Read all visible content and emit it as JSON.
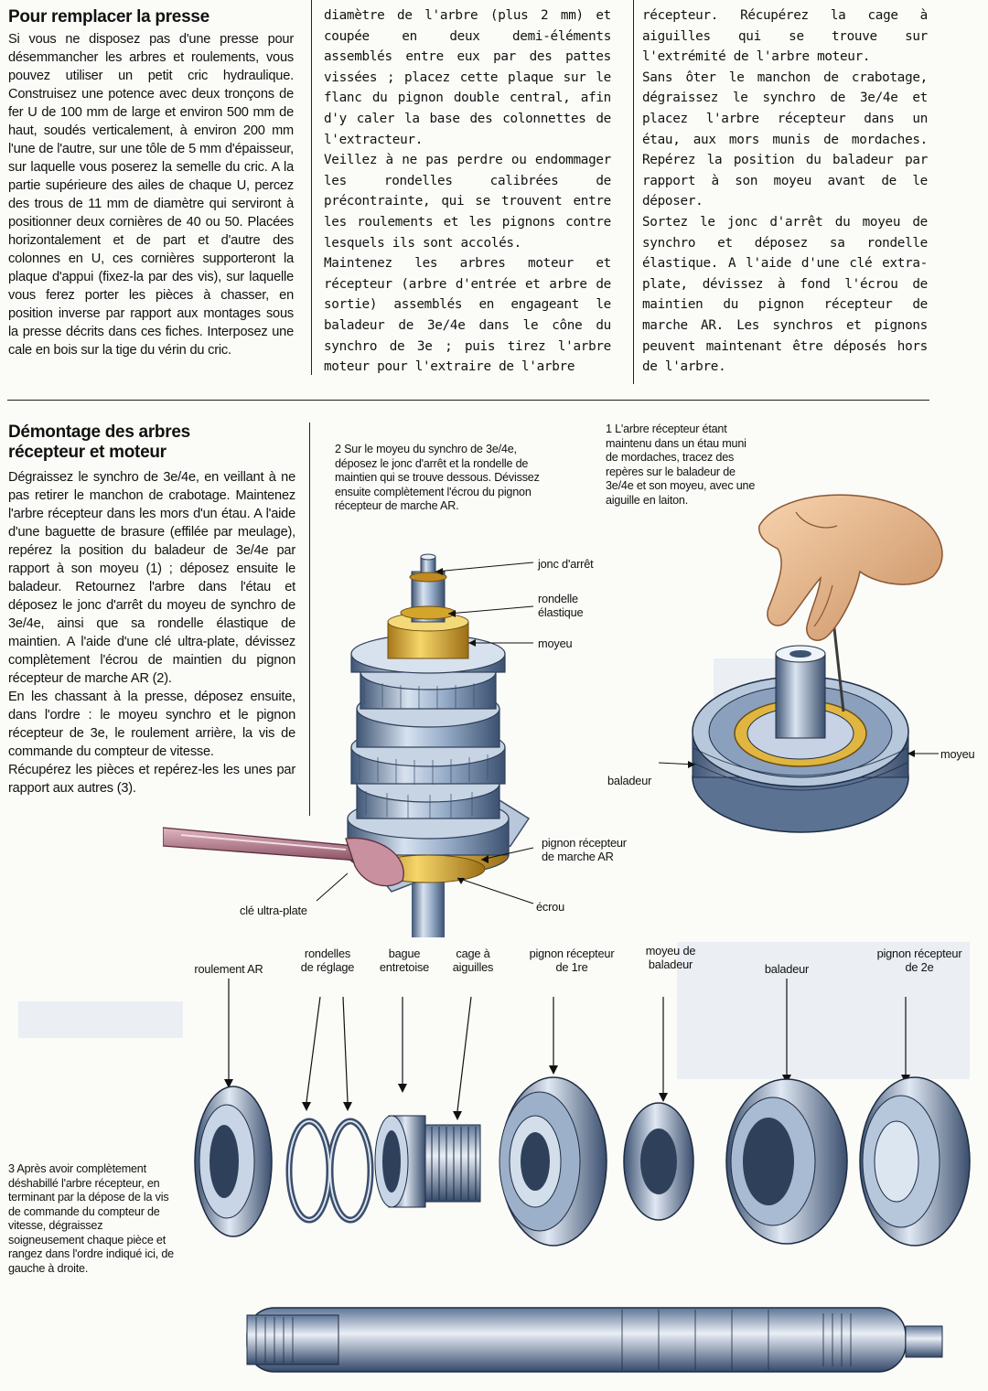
{
  "col1": {
    "title": "Pour remplacer la presse",
    "text": "Si vous ne disposez pas d'une presse pour désemmancher les arbres et roulements, vous pouvez utiliser un petit cric hydraulique. Construisez une potence avec deux tronçons de fer U de 100 mm de large et environ 500 mm de haut, soudés verticalement, à environ 200 mm l'une de l'autre, sur une tôle de 5 mm d'épaisseur, sur laquelle vous poserez la semelle du cric. A la partie supérieure des ailes de chaque U, percez des trous de 11 mm de diamètre qui serviront à positionner deux cornières de 40 ou 50. Placées horizontalement et de part et d'autre des colonnes en U, ces cornières supporteront la plaque d'appui (fixez-la par des vis), sur laquelle vous ferez porter les pièces à chasser, en position inverse par rapport aux montages sous la presse décrits dans ces fiches. Interposez une cale en bois sur la tige du vérin du cric."
  },
  "col2": {
    "p1": "diamètre de l'arbre (plus 2 mm) et coupée en deux demi-éléments assemblés entre eux par des pattes vissées ; placez cette plaque sur le flanc du pignon double central, afin d'y caler la base des colonnettes de l'extracteur.",
    "p2": "Veillez à ne pas perdre ou endommager les rondelles calibrées de précontrainte, qui se trouvent entre les roulements et les pignons contre lesquels ils sont accolés.",
    "p3": "Maintenez les arbres moteur et récepteur (arbre d'entrée et arbre de sortie) assemblés en engageant le baladeur de 3e/4e dans le cône du synchro de 3e ; puis tirez l'arbre moteur pour l'extraire de l'arbre"
  },
  "col3": {
    "p1": "récepteur. Récupérez la cage à aiguilles qui se trouve sur l'extrémité de l'arbre moteur.",
    "p2": "Sans ôter le manchon de crabotage, dégraissez le synchro de 3e/4e et placez l'arbre récepteur dans un étau, aux mors munis de mordaches. Repérez la position du baladeur par rapport à son moyeu avant de le déposer.",
    "p3": "Sortez le jonc d'arrêt du moyeu de synchro et déposez sa rondelle élastique. A l'aide d'une clé extra-plate, dévissez à fond l'écrou de maintien du pignon récepteur de marche AR. Les synchros et pignons peuvent maintenant être déposés hors de l'arbre."
  },
  "section2": {
    "title_line1": "Démontage des arbres",
    "title_line2": "récepteur et moteur",
    "p1": "Dégraissez le synchro de 3e/4e, en veillant à ne pas retirer le manchon de crabotage. Maintenez l'arbre récepteur dans les mors d'un étau. A l'aide d'une baguette de brasure (effilée par meulage), repérez la position du baladeur de 3e/4e par rapport à son moyeu (1) ; déposez ensuite le baladeur. Retournez l'arbre dans l'étau et déposez le jonc d'arrêt du moyeu de synchro de 3e/4e, ainsi que sa rondelle élastique de maintien. A l'aide d'une clé ultra-plate, dévissez complètement l'écrou de maintien du pignon récepteur de marche AR (2).",
    "p2": "En les chassant à la presse, déposez ensuite, dans l'ordre : le moyeu synchro et le pignon récepteur de 3e, le roulement arrière, la vis de commande du compteur de vitesse.",
    "p3": "Récupérez les pièces et repérez-les les unes par rapport aux autres (3)."
  },
  "fig2": {
    "caption": "2 Sur le moyeu du synchro de 3e/4e, déposez le jonc d'arrêt et la rondelle de maintien qui se trouve dessous. Dévissez ensuite complètement l'écrou du pignon récepteur de marche AR.",
    "labels": {
      "jonc": "jonc d'arrêt",
      "rondelle_l1": "rondelle",
      "rondelle_l2": "élastique",
      "moyeu": "moyeu",
      "pignon_l1": "pignon récepteur",
      "pignon_l2": "de marche AR",
      "ecrou": "écrou",
      "cle": "clé ultra-plate"
    }
  },
  "fig1": {
    "caption": "1 L'arbre récepteur étant maintenu dans un étau muni de mordaches, tracez des repères sur le baladeur de 3e/4e et son moyeu, avec une aiguille en laiton.",
    "labels": {
      "moyeu": "moyeu",
      "baladeur": "baladeur"
    }
  },
  "fig3": {
    "caption": "3 Après avoir complètement déshabillé l'arbre récepteur, en terminant par la dépose de la vis de commande du compteur de vitesse, dégraissez soigneusement chaque pièce et rangez dans l'ordre indiqué ici, de gauche à droite.",
    "parts": [
      {
        "l1": "roulement AR",
        "l2": ""
      },
      {
        "l1": "rondelles",
        "l2": "de réglage"
      },
      {
        "l1": "bague",
        "l2": "entretoise"
      },
      {
        "l1": "cage à",
        "l2": "aiguilles"
      },
      {
        "l1": "pignon récepteur",
        "l2": "de 1re"
      },
      {
        "l1": "moyeu de",
        "l2": "baladeur"
      },
      {
        "l1": "baladeur",
        "l2": ""
      },
      {
        "l1": "pignon récepteur",
        "l2": "de 2e"
      }
    ]
  },
  "colors": {
    "steel": "#8fa6c4",
    "steel_dark": "#4d6585",
    "brass": "#e3b73c",
    "wrench": "#b07a8c",
    "skin": "#f0c39a"
  }
}
